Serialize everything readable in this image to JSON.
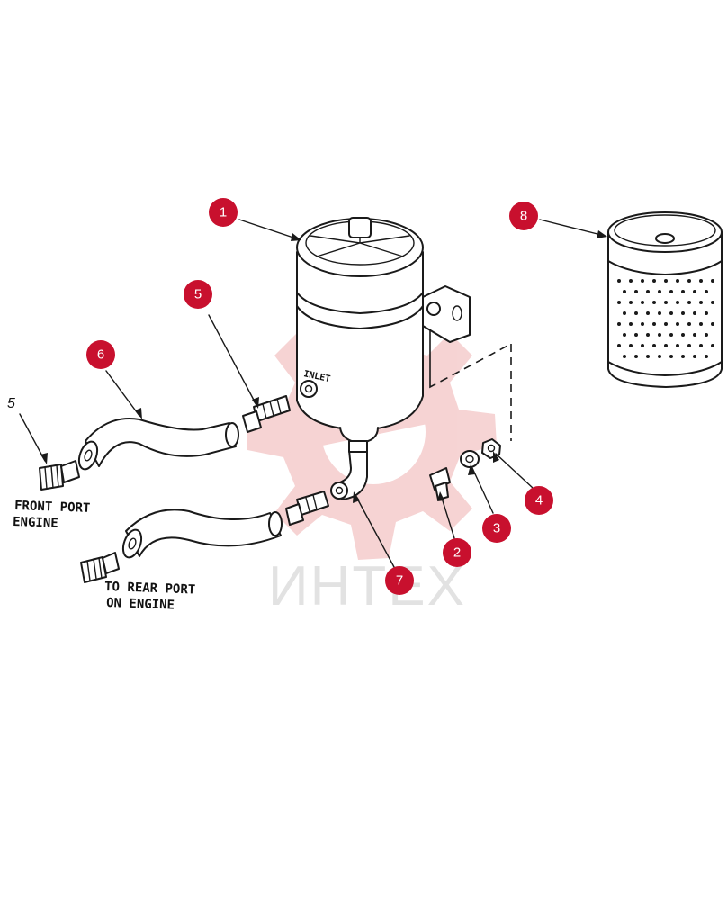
{
  "watermark": {
    "text": "ИНТЕХ",
    "color": "#f3c5c5"
  },
  "accent_color": "#c8102e",
  "callouts": [
    {
      "number": "1",
      "part": "filter-housing"
    },
    {
      "number": "2",
      "part": "bolt"
    },
    {
      "number": "3",
      "part": "washer"
    },
    {
      "number": "4",
      "part": "nut"
    },
    {
      "number": "5",
      "part": "fitting"
    },
    {
      "number": "6",
      "part": "hose"
    },
    {
      "number": "7",
      "part": "elbow-fitting"
    },
    {
      "number": "8",
      "part": "filter-element"
    }
  ],
  "plain_callout": "5",
  "labels": {
    "front_port_line1": "FRONT PORT",
    "front_port_line2": "ENGINE",
    "rear_port_line1": "TO REAR PORT",
    "rear_port_line2": "ON ENGINE",
    "inlet": "INLET"
  }
}
